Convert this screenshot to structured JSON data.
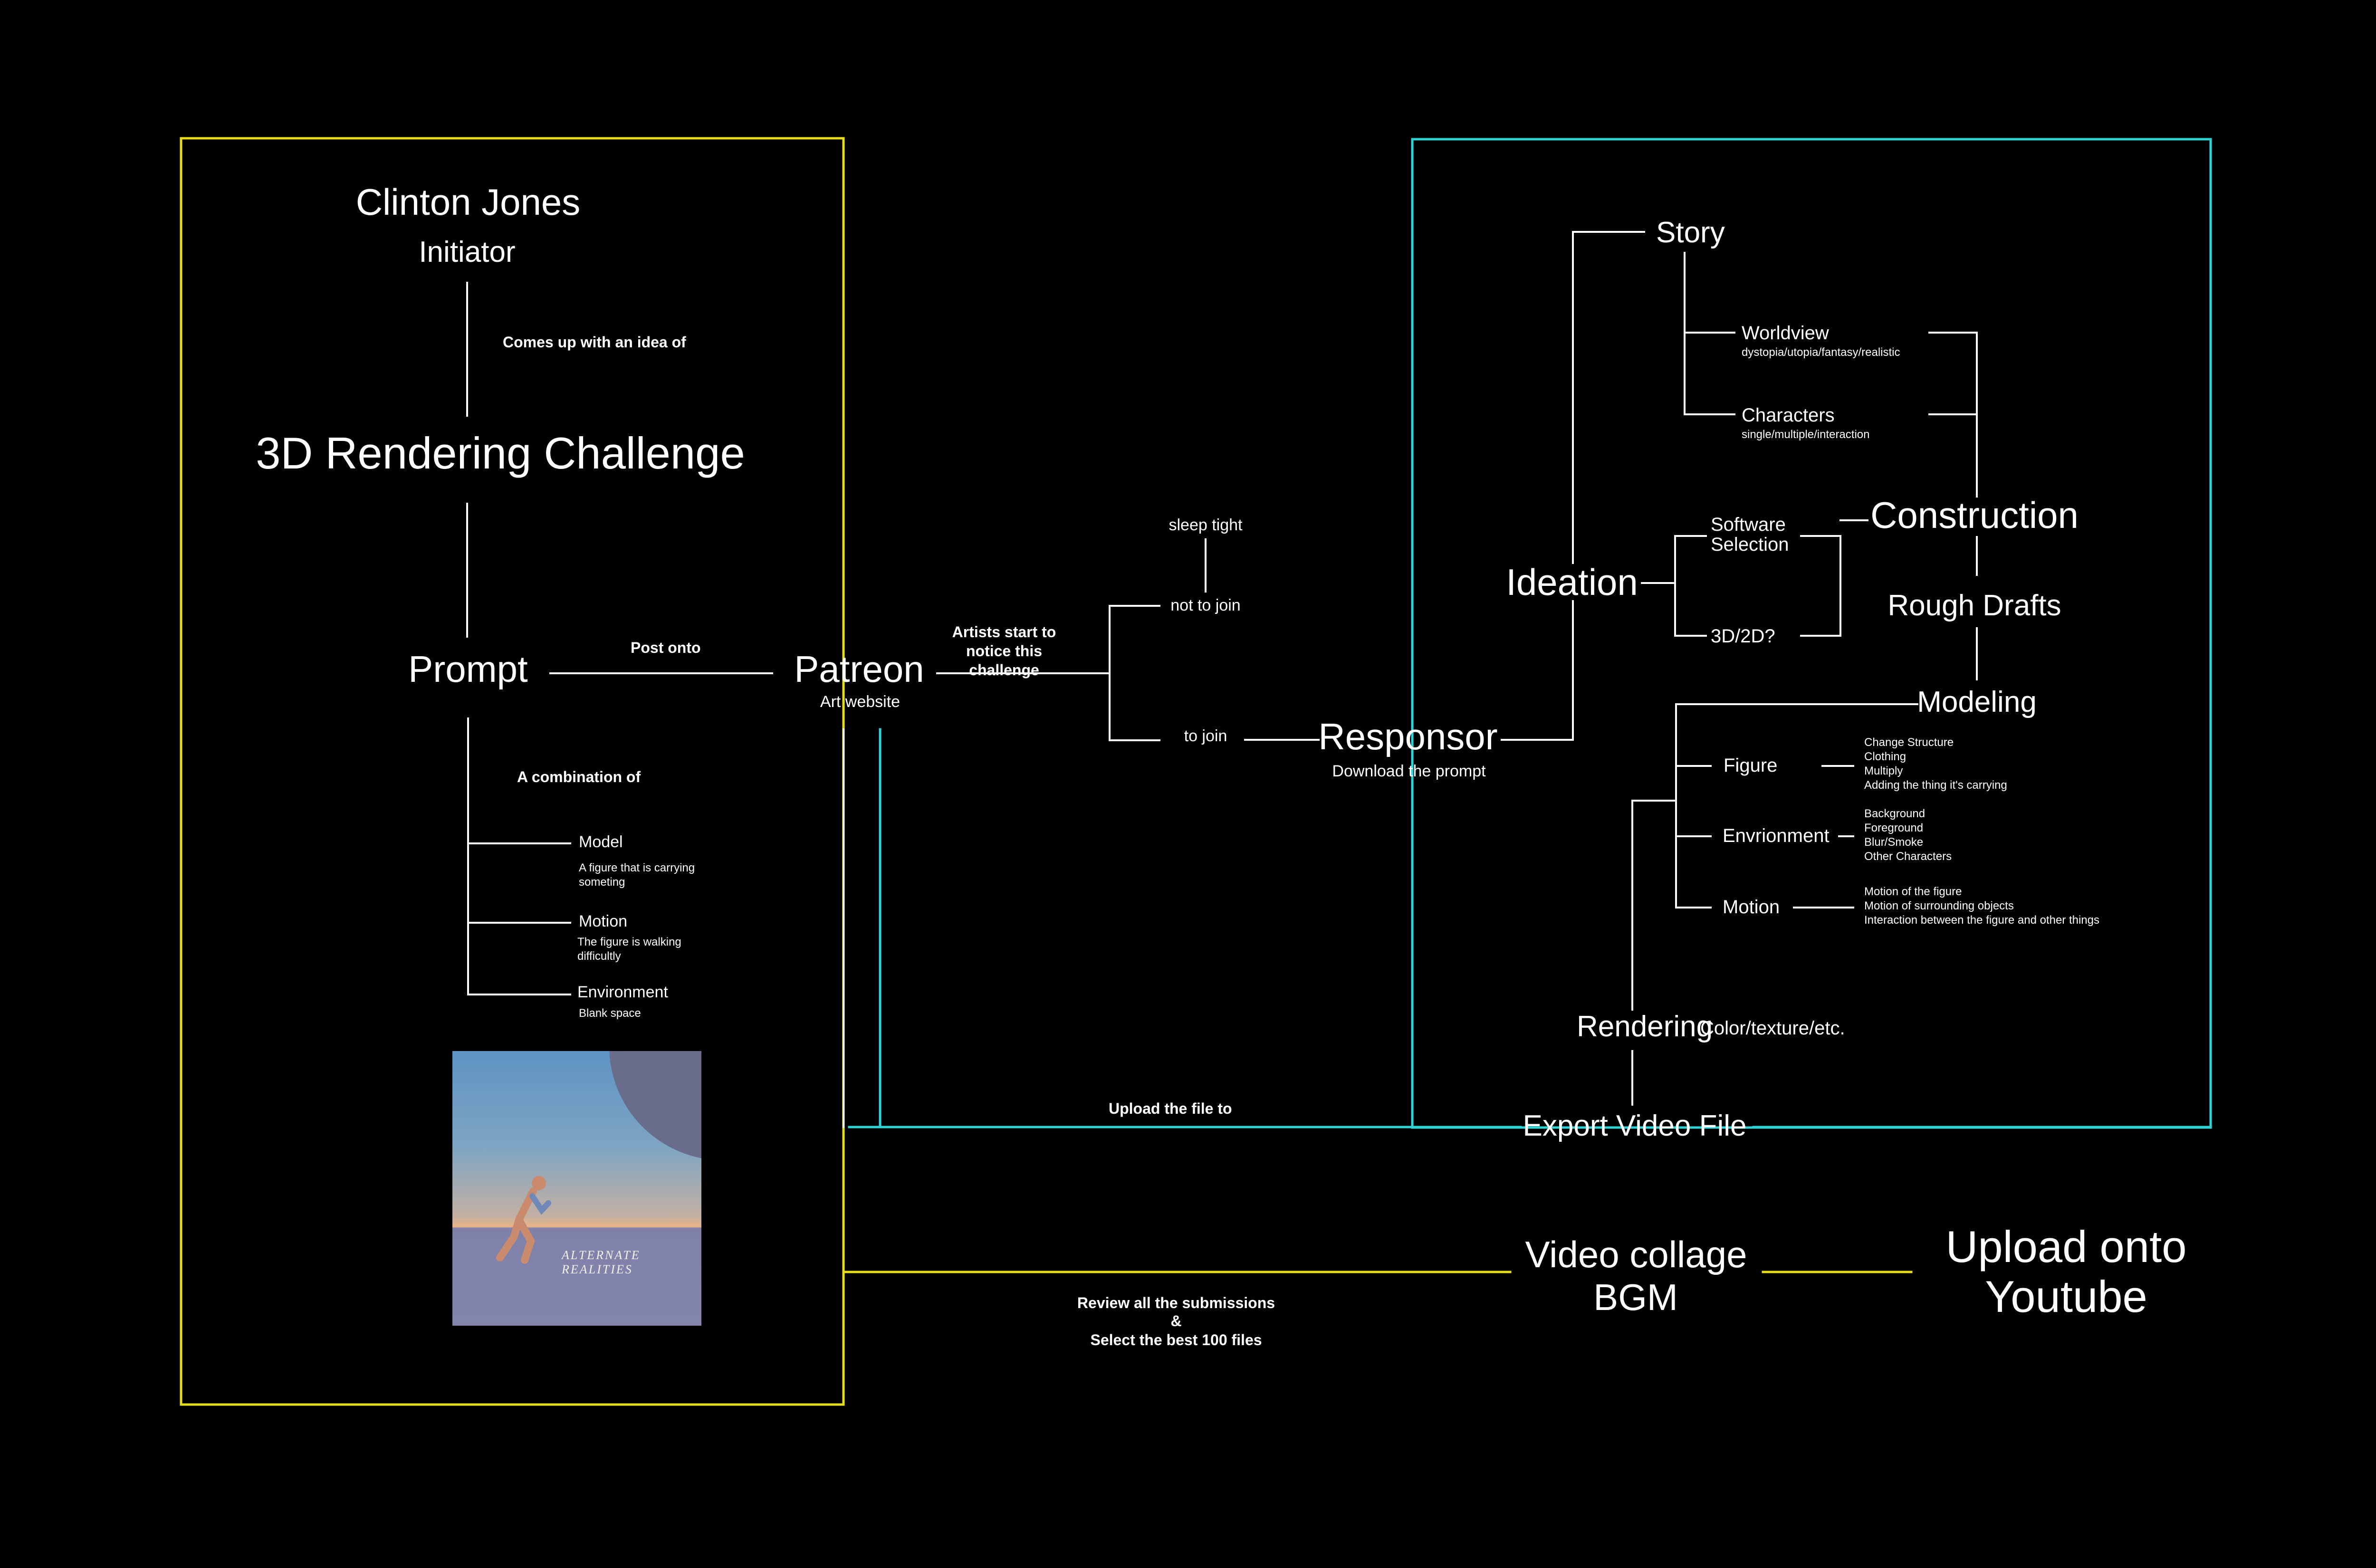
{
  "colors": {
    "background": "#000000",
    "left_panel": "#e6dc19",
    "right_panel": "#2ed3d6",
    "text": "#ffffff"
  },
  "initiator": {
    "name": "Clinton Jones",
    "role": "Initiator"
  },
  "edge_comes_up": "Comes up with an idea of",
  "challenge": "3D Rendering Challenge",
  "prompt": "Prompt",
  "edge_post_onto": "Post onto",
  "combination": "A combination of",
  "prompt_parts": {
    "model": {
      "title": "Model",
      "desc": "A figure that is carrying someting"
    },
    "motion": {
      "title": "Motion",
      "desc": "The figure is walking difficultly"
    },
    "environment": {
      "title": "Environment",
      "desc": "Blank space"
    }
  },
  "poster": {
    "title": "ALTERNATE REALITIES"
  },
  "patreon": {
    "title": "Patreon",
    "sub": "Art website"
  },
  "edge_artists": "Artists start to notice this challenge",
  "branch": {
    "sleep": "sleep tight",
    "not_join": "not to join",
    "join": "to join"
  },
  "responsor": {
    "title": "Responsor",
    "sub": "Download the prompt"
  },
  "ideation": "Ideation",
  "story": "Story",
  "worldview": {
    "title": "Worldview",
    "desc": "dystopia/utopia/fantasy/realistic"
  },
  "characters": {
    "title": "Characters",
    "desc": "single/multiple/interaction"
  },
  "software": "Software Selection",
  "dim": "3D/2D?",
  "construction": "Construction",
  "rough": "Rough Drafts",
  "modeling": "Modeling",
  "figure": {
    "title": "Figure",
    "items": [
      "Change Structure",
      "Clothing",
      "Multiply",
      "Adding the thing it's carrying"
    ]
  },
  "environment": {
    "title": "Envrionment",
    "items": [
      "Background",
      "Foreground",
      "Blur/Smoke",
      "Other Characters"
    ]
  },
  "motion": {
    "title": "Motion",
    "items": [
      "Motion of the figure",
      "Motion of surrounding objects",
      "Interaction between the figure and other things"
    ]
  },
  "rendering": {
    "title": "Rendering",
    "sub": "Color/texture/etc."
  },
  "export": "Export Video File",
  "edge_upload": "Upload the file to",
  "collage": {
    "line1": "Video collage",
    "line2": "BGM"
  },
  "review": {
    "line1": "Review all the submissions",
    "line2": "&",
    "line3": "Select the best 100 files"
  },
  "youtube": {
    "line1": "Upload onto",
    "line2": "Youtube"
  }
}
